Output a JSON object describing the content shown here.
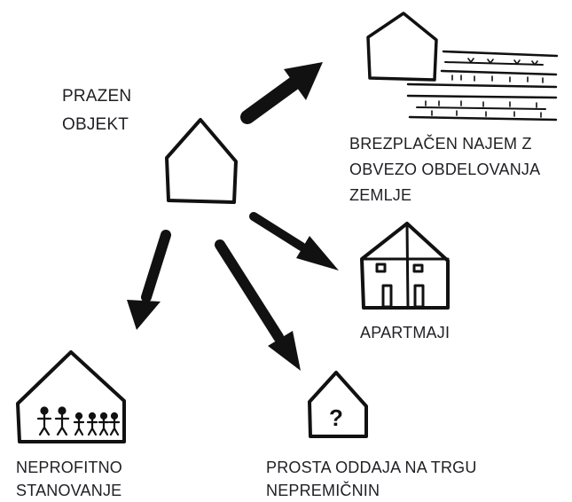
{
  "labels": {
    "empty_building": [
      "PRAZEN",
      "OBJEKT"
    ],
    "free_rental": [
      "BREZPLAČEN NAJEM Z",
      "OBVEZO OBDELOVANJA",
      "ZEMLJE"
    ],
    "apartments": [
      "APARTMAJI"
    ],
    "nonprofit_housing": [
      "NEPROFITNO",
      "STANOVANJE"
    ],
    "market_rental": [
      "PROSTA ODDAJA NA TRGU",
      "NEPREMIČNIN"
    ]
  },
  "icons": {
    "empty_building": "empty-house-icon",
    "free_rental": "house-with-fields-icon",
    "apartments": "apartment-house-icon",
    "nonprofit_housing": "house-with-family-icon",
    "market_rental": "house-question-mark-icon",
    "question_mark": "?"
  },
  "colors": {
    "ink": "#111111",
    "text": "#1f1f24",
    "background": "#ffffff"
  }
}
